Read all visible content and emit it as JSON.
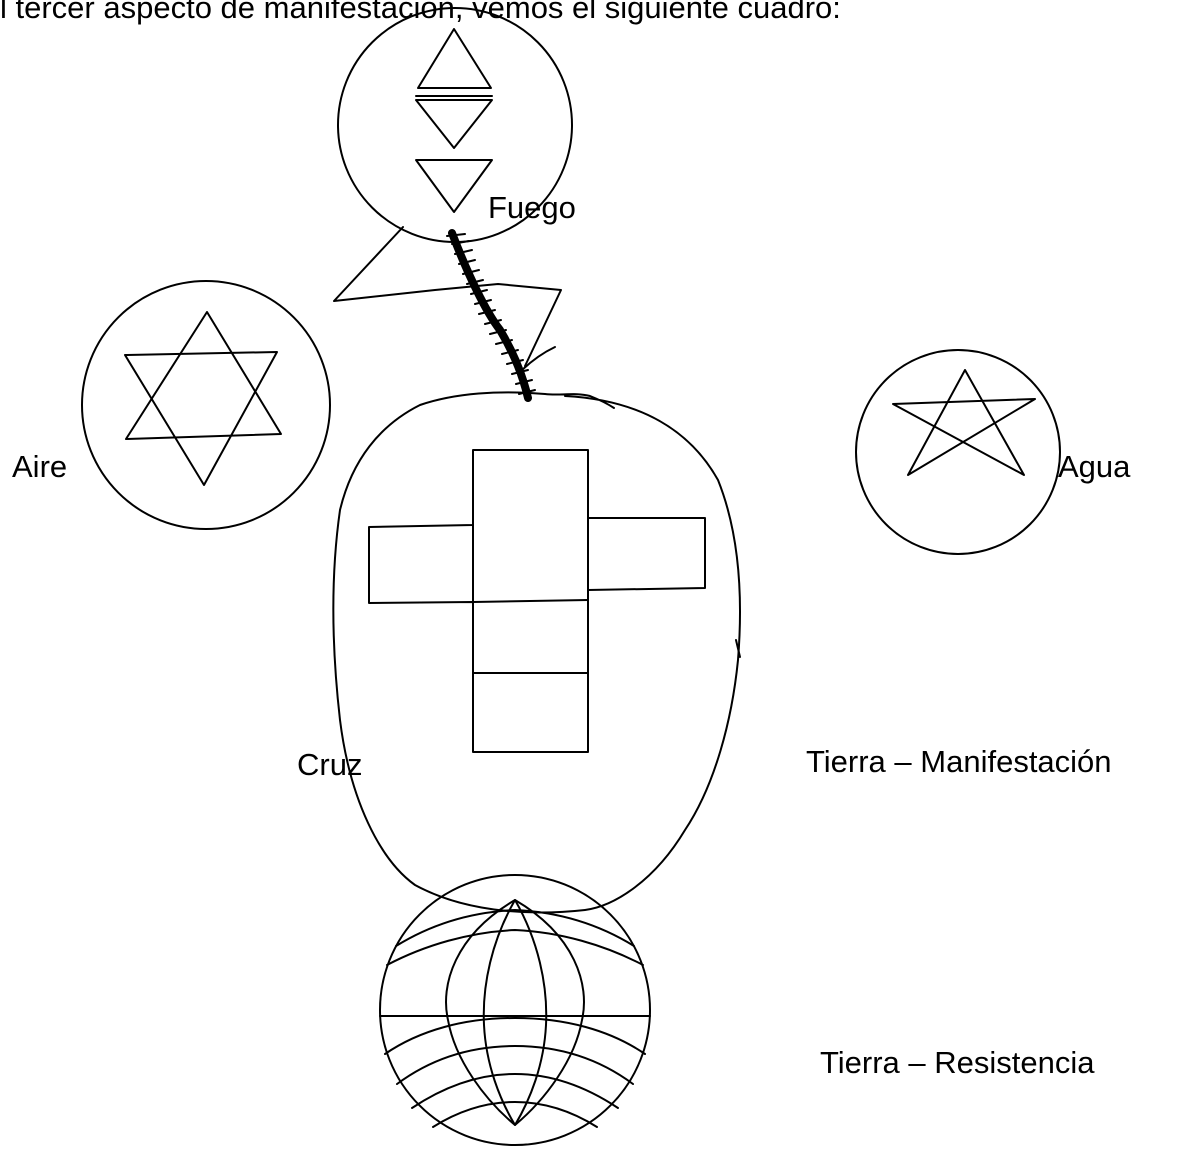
{
  "intro_text": "l tercer aspecto de manifestación, vemos el siguiente cuadro:",
  "labels": {
    "fuego": "Fuego",
    "aire": "Aire",
    "agua": "Agua",
    "cruz": "Cruz",
    "tierra_manifestacion": "Tierra – Manifestación",
    "tierra_resistencia": "Tierra – Resistencia"
  },
  "symbols": {
    "fuego": "triangles-icon",
    "aire": "hexagram-icon",
    "agua": "pentagram-icon",
    "cruz": "cross-icon",
    "tierra": "globe-icon"
  },
  "colors": {
    "ink": "#000000",
    "background": "#ffffff"
  }
}
